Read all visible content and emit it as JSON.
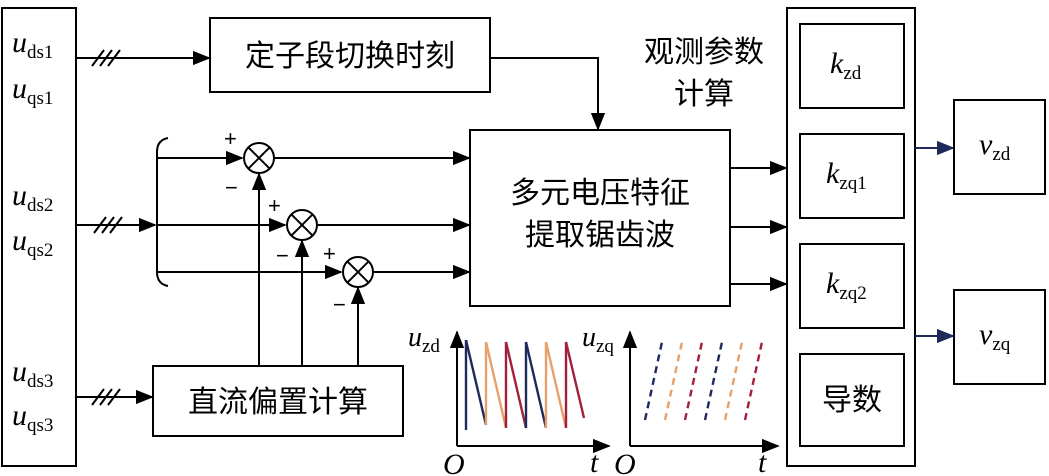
{
  "inputs": {
    "group1": {
      "u_d": "u",
      "u_d_sub": "ds1",
      "u_q": "u",
      "u_q_sub": "qs1"
    },
    "group2": {
      "u_d": "u",
      "u_d_sub": "ds2",
      "u_q": "u",
      "u_q_sub": "qs2"
    },
    "group3": {
      "u_d": "u",
      "u_d_sub": "ds3",
      "u_q": "u",
      "u_q_sub": "qs3"
    }
  },
  "blocks": {
    "stator_switch": "定子段切换时刻",
    "feature_line1": "多元电压特征",
    "feature_line2": "提取锯齿波",
    "dc_bias": "直流偏置计算",
    "obs_title_line1": "观测参数",
    "obs_title_line2": "计算"
  },
  "summing": {
    "plus": "+",
    "minus": "−"
  },
  "params": {
    "k_zd": {
      "sym": "k",
      "sub": "zd"
    },
    "k_zq1": {
      "sym": "k",
      "sub": "zq1"
    },
    "k_zq2": {
      "sym": "k",
      "sub": "zq2"
    },
    "derivative": "导数"
  },
  "outputs": {
    "v_zd": {
      "sym": "v",
      "sub": "zd"
    },
    "v_zq": {
      "sym": "v",
      "sub": "zq"
    }
  },
  "waveforms": {
    "zd": {
      "y_sym": "u",
      "y_sub": "zd",
      "origin": "O",
      "x_sym": "t"
    },
    "zq": {
      "y_sym": "u",
      "y_sub": "zq",
      "origin": "O",
      "x_sym": "t"
    }
  },
  "colors": {
    "line": "#000000",
    "navy": "#1f2a5c",
    "orange": "#e8a06a",
    "red": "#a3203a",
    "output_arrow": "#1f2a5c"
  }
}
